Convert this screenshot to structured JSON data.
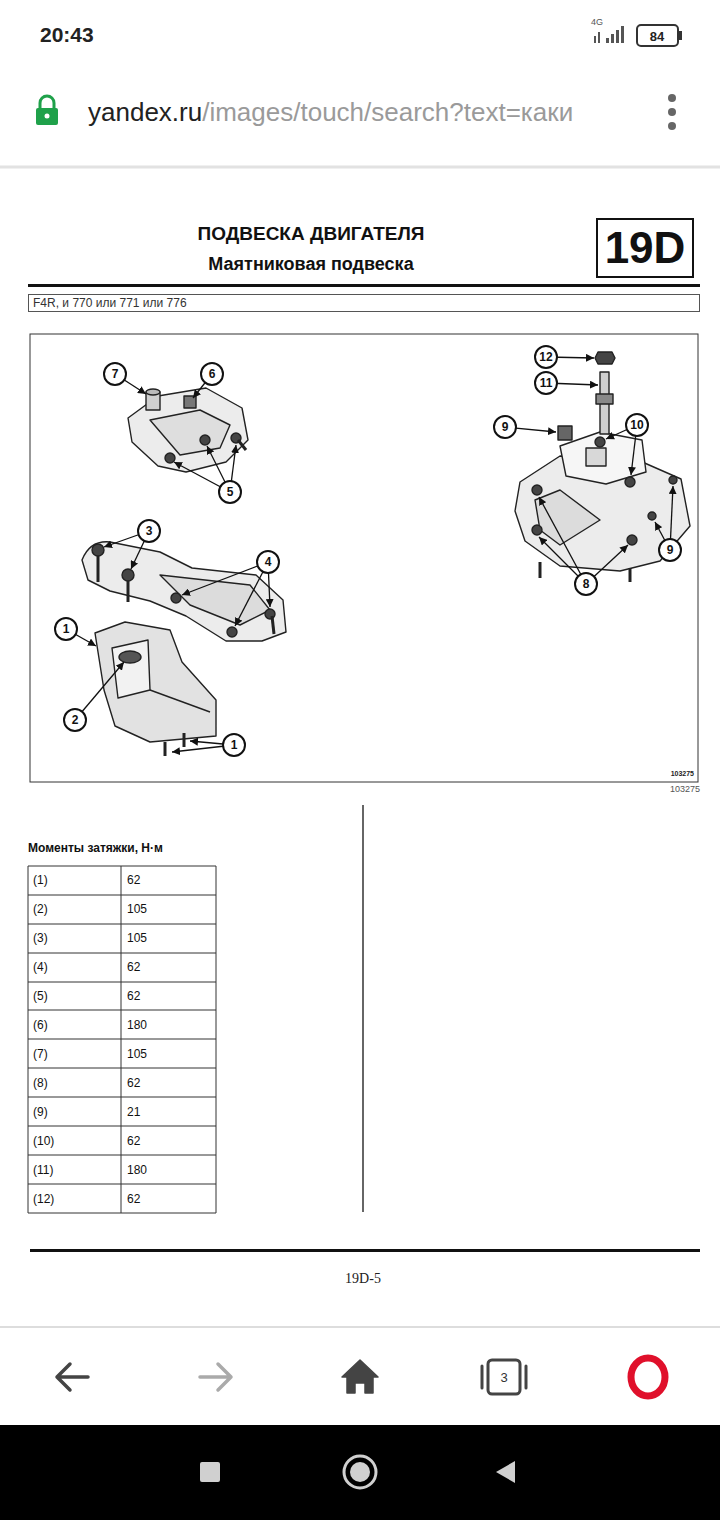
{
  "diagram": {
    "title": "ПОДВЕСКА ДВИГАТЕЛЯ",
    "nodes": [
      {
        "text": [
          "19D"
        ]
      },
      {
        "text": [
          "F4R, и 770 или 771 или 776"
        ]
      }
    ],
    "labels": [
      "20:43",
      "4G",
      "84",
      "yandex.ru",
      "/images/touch/search?text=каки",
      "Маятниковая подвеска",
      "7",
      "6",
      "5",
      "3",
      "4",
      "1",
      "2",
      "1",
      "12",
      "11",
      "9",
      "10",
      "8",
      "9",
      "103275",
      "103275",
      "Моменты затяжки, Н·м",
      "(1)",
      "62",
      "(2)",
      "105",
      "(3)",
      "105",
      "(4)",
      "62",
      "(5)",
      "62",
      "(6)",
      "180",
      "(7)",
      "105",
      "(8)",
      "62",
      "(9)",
      "21",
      "(10)",
      "62",
      "(11)",
      "180",
      "(12)",
      "62",
      "19D-5",
      "3"
    ]
  }
}
